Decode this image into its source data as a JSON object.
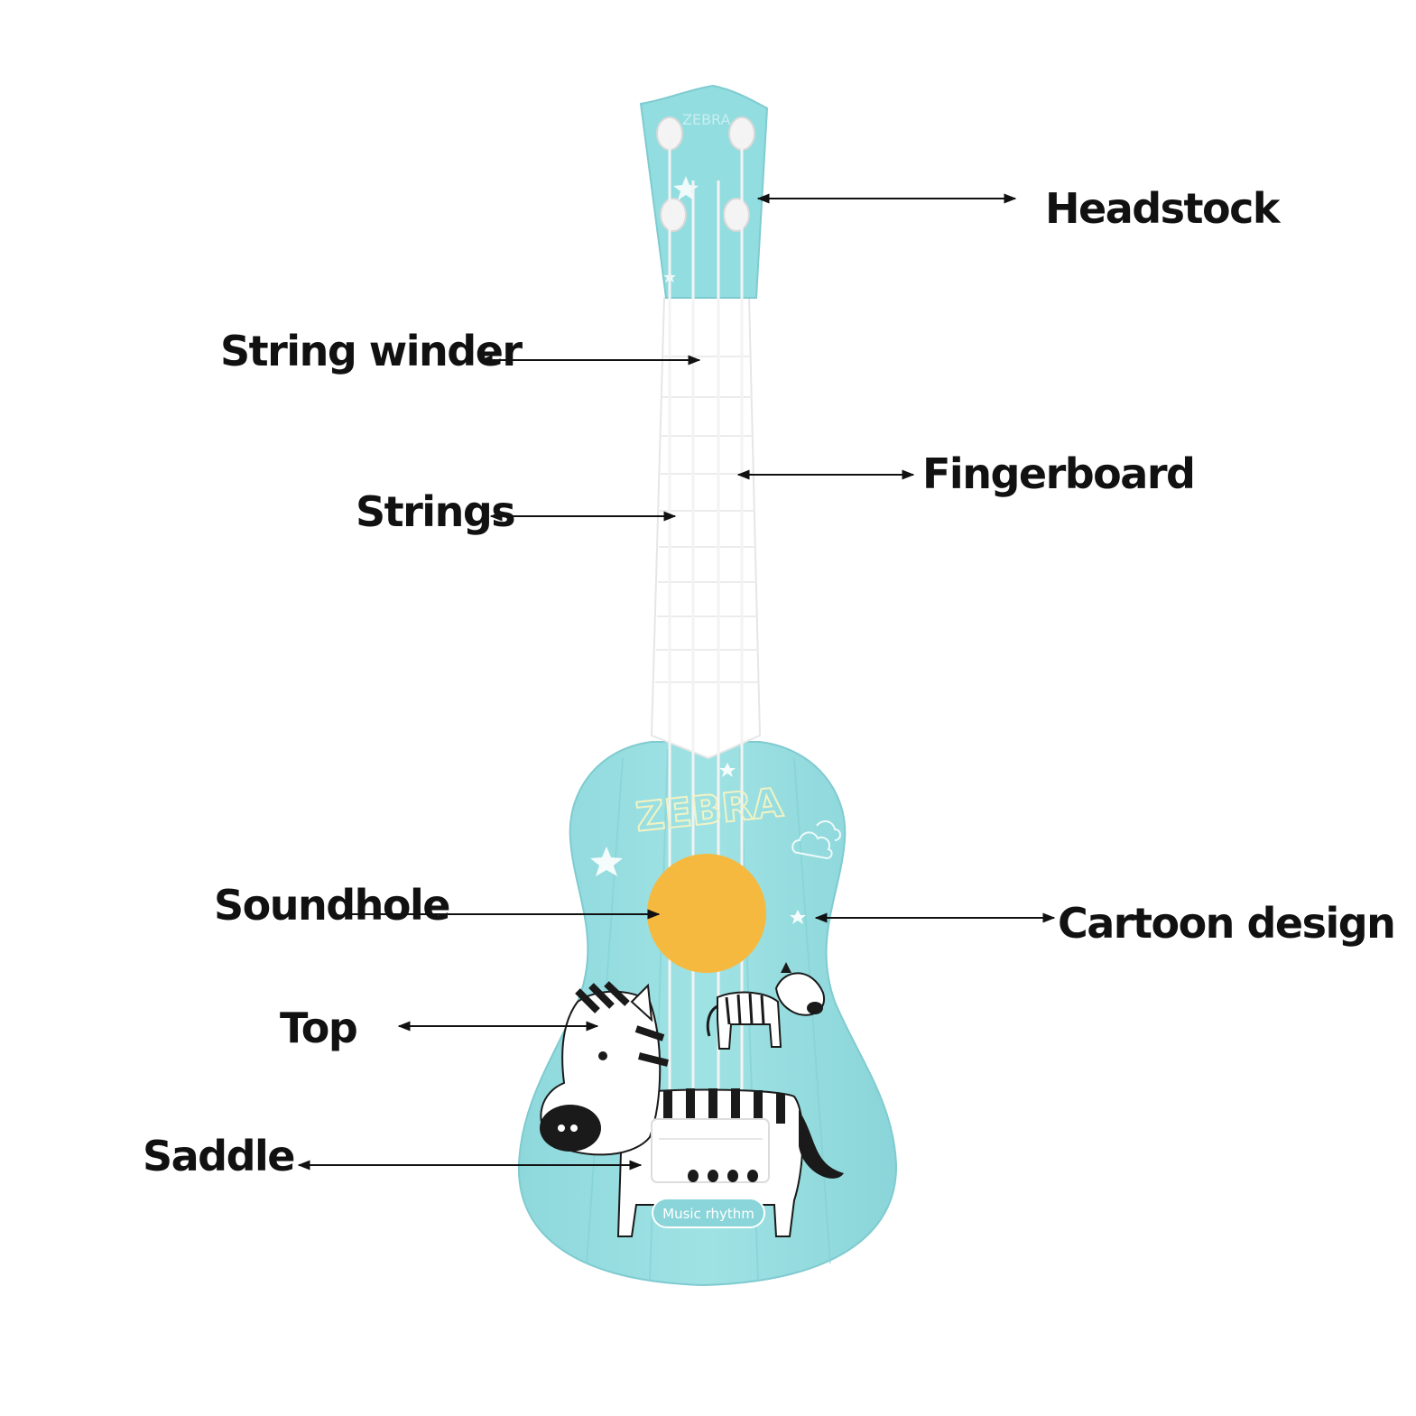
{
  "colors": {
    "body": "#92dde0",
    "body_dark": "#7ccfd3",
    "fingerboard": "#ffffff",
    "soundhole": "#f6b93f",
    "zebra_black": "#1a1a1a",
    "text": "#111111"
  },
  "guitar": {
    "headstock_brand": "ZEBRA",
    "body_brand": "ZEBRA",
    "badge_text": "Music rhythm"
  },
  "labels": {
    "headstock": "Headstock",
    "string_winder": "String winder",
    "fingerboard": "Fingerboard",
    "strings": "Strings",
    "soundhole": "Soundhole",
    "cartoon_design": "Cartoon design",
    "top": "Top",
    "saddle": "Saddle"
  }
}
